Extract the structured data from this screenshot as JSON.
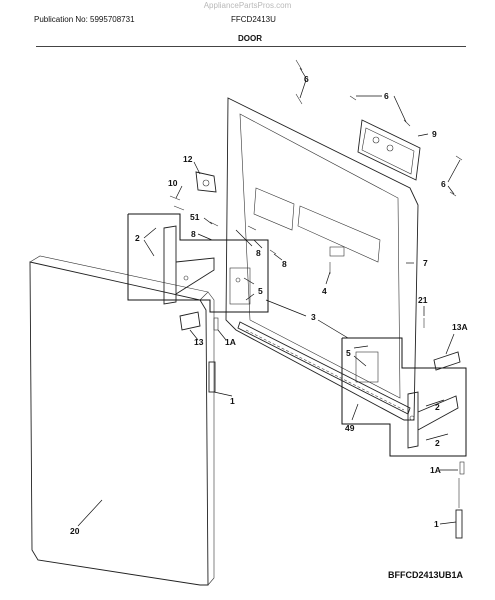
{
  "header": {
    "watermark": "AppliancePartsPros.com",
    "publication": "Publication No: 5995708731",
    "model": "FFCD2413U",
    "section_title": "DOOR"
  },
  "footer": {
    "diagram_code": "BFFCD2413UB1A"
  },
  "callouts": {
    "c1_lower": "1",
    "c1a_lower": "1A",
    "c1_right": "1",
    "c1a_right": "1A",
    "c2_left": "2",
    "c2_right_a": "2",
    "c2_right_b": "2",
    "c3": "3",
    "c4": "4",
    "c5_left": "5",
    "c5_right": "5",
    "c6_top": "6",
    "c6_mid": "6",
    "c6_right": "6",
    "c7": "7",
    "c8_a": "8",
    "c8_b": "8",
    "c8_c": "8",
    "c9": "9",
    "c10": "10",
    "c12": "12",
    "c13": "13",
    "c13a": "13A",
    "c20": "20",
    "c21": "21",
    "c49": "49",
    "c51": "51"
  }
}
